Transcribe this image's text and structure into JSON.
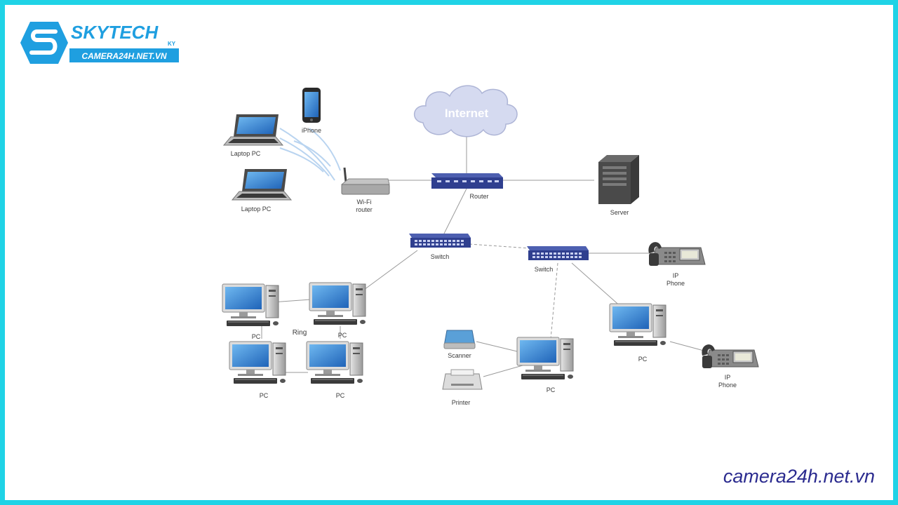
{
  "logo": {
    "brand": "SKYTECH",
    "suffix": "KY",
    "domain": "CAMERA24H.NET.VN"
  },
  "watermark": "camera24h.net.vn",
  "diagram": {
    "internet": "Internet",
    "router": "Router",
    "server": "Server",
    "wifi_router_line1": "Wi-Fi",
    "wifi_router_line2": "router",
    "iphone": "iPhone",
    "laptop_top": "Laptop PC",
    "laptop_bottom": "Laptop PC",
    "switch_left": "Switch",
    "switch_right": "Switch",
    "ip_phone_top_line1": "IP",
    "ip_phone_top_line2": "Phone",
    "ip_phone_bottom_line1": "IP",
    "ip_phone_bottom_line2": "Phone",
    "ring": "Ring",
    "pc_ring_top_left": "PC",
    "pc_ring_top_right": "PC",
    "pc_ring_bottom_left": "PC",
    "pc_ring_bottom_right": "PC",
    "scanner": "Scanner",
    "printer": "Printer",
    "pc_center": "PC",
    "pc_right": "PC"
  },
  "colors": {
    "border": "#1fd3e6",
    "device_blue": "#2f3f8f",
    "screen_blue": "#2a7fd0",
    "watermark": "#2b2b8f"
  }
}
